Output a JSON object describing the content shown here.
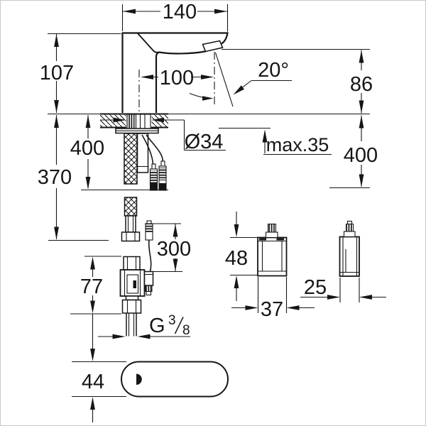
{
  "drawing": {
    "type": "technical-installation-diagram",
    "subject": "infrared basin mixer faucet with solenoid valve and control boxes",
    "background": "#ffffff",
    "line_color": "#161616",
    "frame_color": "#c9c9c9"
  },
  "labels": {
    "width_overall": "140",
    "height_above_deck": "107",
    "spout_projection": "100",
    "spout_angle": "20°",
    "outlet_height": "86",
    "hole_diameter": "Ø34",
    "max_deck_thickness": "max.35",
    "hose_drop_left": "400",
    "cable_drop": "370",
    "drop_right": "400",
    "plug_cable_length": "300",
    "valve_height": "77",
    "thread_letter": "G",
    "thread_numerator": "3",
    "thread_denominator": "8",
    "plate_height": "44",
    "box_height": "48",
    "box_width": "37",
    "box_depth": "25"
  }
}
